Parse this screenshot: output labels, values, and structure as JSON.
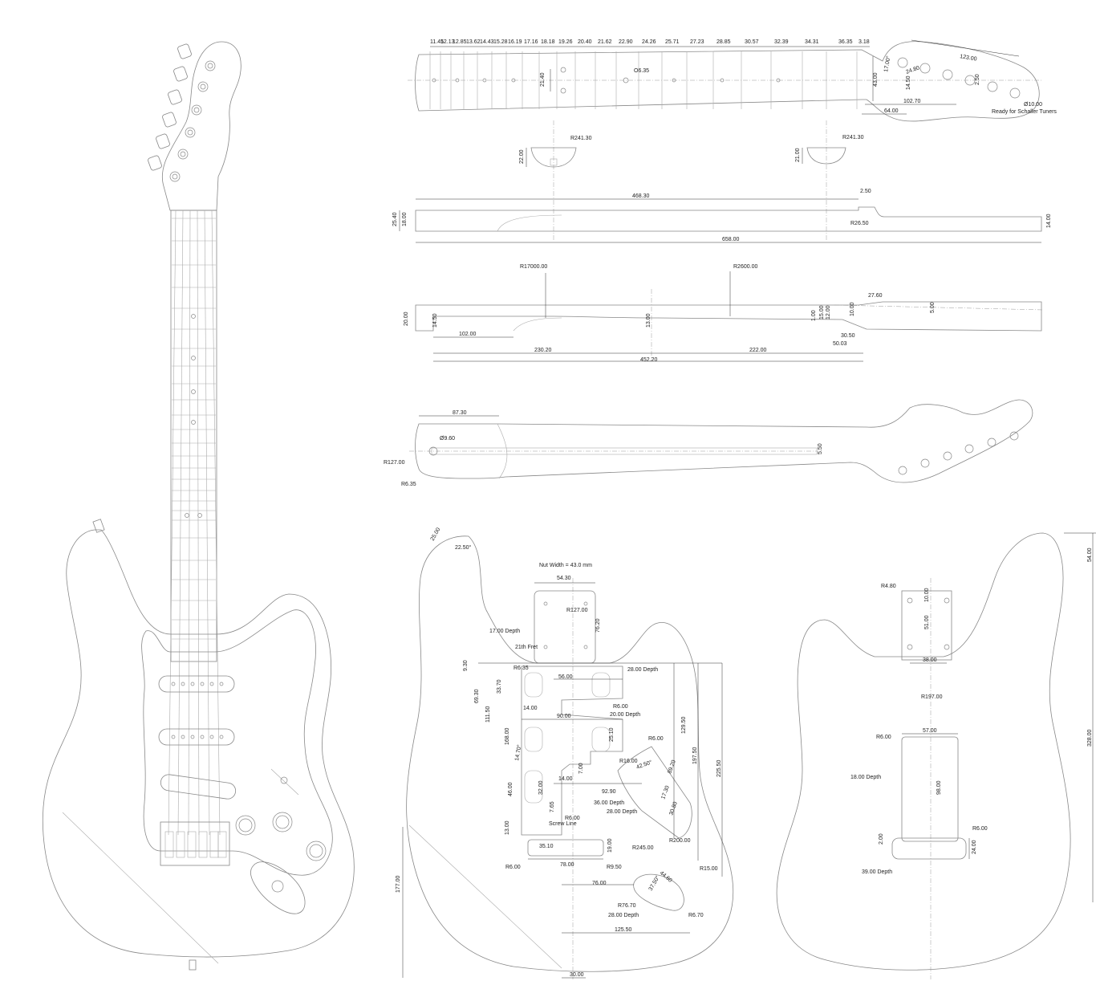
{
  "neck_top": {
    "fret_spacings": [
      "11.45",
      "12.13",
      "12.85",
      "13.62",
      "14.43",
      "15.28",
      "16.19",
      "17.16",
      "18.18",
      "19.26",
      "20.40",
      "21.62",
      "22.90",
      "24.26",
      "25.71",
      "27.23",
      "28.85",
      "30.57",
      "32.39",
      "34.31",
      "36.35",
      "3.18"
    ],
    "truss_spacing": "21.40",
    "dot_marker": "O6.35",
    "headstock": {
      "length": "123.00",
      "width": "43.00",
      "angle": "17.00°",
      "tuner_spacing": "24.80",
      "offset": "14.50",
      "ref": "102.70",
      "tab": "2.50",
      "base": "64.00",
      "tuner_dia": "Ø10.00",
      "tuner_note": "Ready for Schaller Tuners"
    }
  },
  "neck_sections": {
    "section1": {
      "radius": "R241.30",
      "depth": "22.00"
    },
    "section2": {
      "radius": "R241.30",
      "depth": "21.00"
    }
  },
  "neck_side": {
    "length_fretboard": "468.30",
    "step": "2.50",
    "thickness_total": "25.40",
    "thickness_neck": "18.00",
    "heel_radius": "R26.50",
    "thickness_head": "14.00",
    "length_total": "658.00"
  },
  "neck_profile": {
    "radius1": "R17000.00",
    "radius2": "R2600.00",
    "heights": {
      "h1": "20.00",
      "h2": "14.50",
      "h3": "13.00",
      "h4": "12.00",
      "h5": "15.00",
      "h6": "10.00",
      "h7": "5.00",
      "h8": "1.00"
    },
    "angle": "27.60",
    "lengths": {
      "l1": "102.00",
      "l2": "230.20",
      "l3": "222.00",
      "l4": "452.20",
      "l5": "30.50",
      "l6": "50.03"
    }
  },
  "neck_back": {
    "heel_length": "87.30",
    "hole": "Ø9.60",
    "radius1": "R127.00",
    "radius2": "R6.35",
    "rod_width": "5.50"
  },
  "body_front": {
    "horn": {
      "w": "25.00",
      "angle": "22.50°"
    },
    "nut_width": "Nut Width = 43.0 mm",
    "pocket": {
      "width": "54.30",
      "radius": "R127.00",
      "length": "76.20",
      "depth": "17.00 Depth",
      "fret": "21th Fret",
      "corner": "R6.35"
    },
    "pickups": {
      "off1": "9.30",
      "pitch": "33.70",
      "d1": "69.30",
      "d2": "111.50",
      "d3": "168.00",
      "cav_w": "56.00",
      "cav_depth": "28.00 Depth",
      "r": "R6.00",
      "d20": "20.00 Depth",
      "w14": "14.00",
      "w90": "90.00",
      "w25": "25.10",
      "ang": "14.70°",
      "w14b": "14.00",
      "w7": "7.00",
      "d46": "46.00",
      "w32": "32.00",
      "w7b": "7.65",
      "w92": "92.90",
      "d36": "36.00 Depth",
      "d28b": "28.00 Depth",
      "r6b": "R6.00",
      "screw": "Screw Line",
      "d13": "13.00"
    },
    "control": {
      "r6": "R6.00",
      "r16": "R16.00",
      "ang": "42.50°",
      "a": "89.20",
      "b": "17.30",
      "c": "30.80",
      "r200": "R200.00",
      "d129": "129.50",
      "d197": "197.50",
      "d225": "225.50",
      "r15": "R15.00"
    },
    "bridge": {
      "w35": "35.10",
      "h19": "19.00",
      "w78": "78.00",
      "r6": "R6.00",
      "r9": "R9.50",
      "r245": "R245.00"
    },
    "jack": {
      "w76": "76.00",
      "w44": "44.60",
      "ang": "37.50°",
      "r76": "R76.70",
      "depth": "28.00 Depth",
      "r6": "R6.70",
      "w125": "125.50"
    },
    "bottom": {
      "h177": "177.00",
      "w30": "30.00"
    }
  },
  "body_back": {
    "r4": "R4.80",
    "s10": "10.00",
    "s51": "51.00",
    "w38": "38.00",
    "r197": "R197.00",
    "r6": "R6.00",
    "w57": "57.00",
    "d18": "18.00 Depth",
    "h98": "98.00",
    "r6b": "R6.00",
    "h2": "2.00",
    "h24": "24.00",
    "d39": "39.00 Depth",
    "top54": "54.00",
    "len328": "328.00"
  }
}
